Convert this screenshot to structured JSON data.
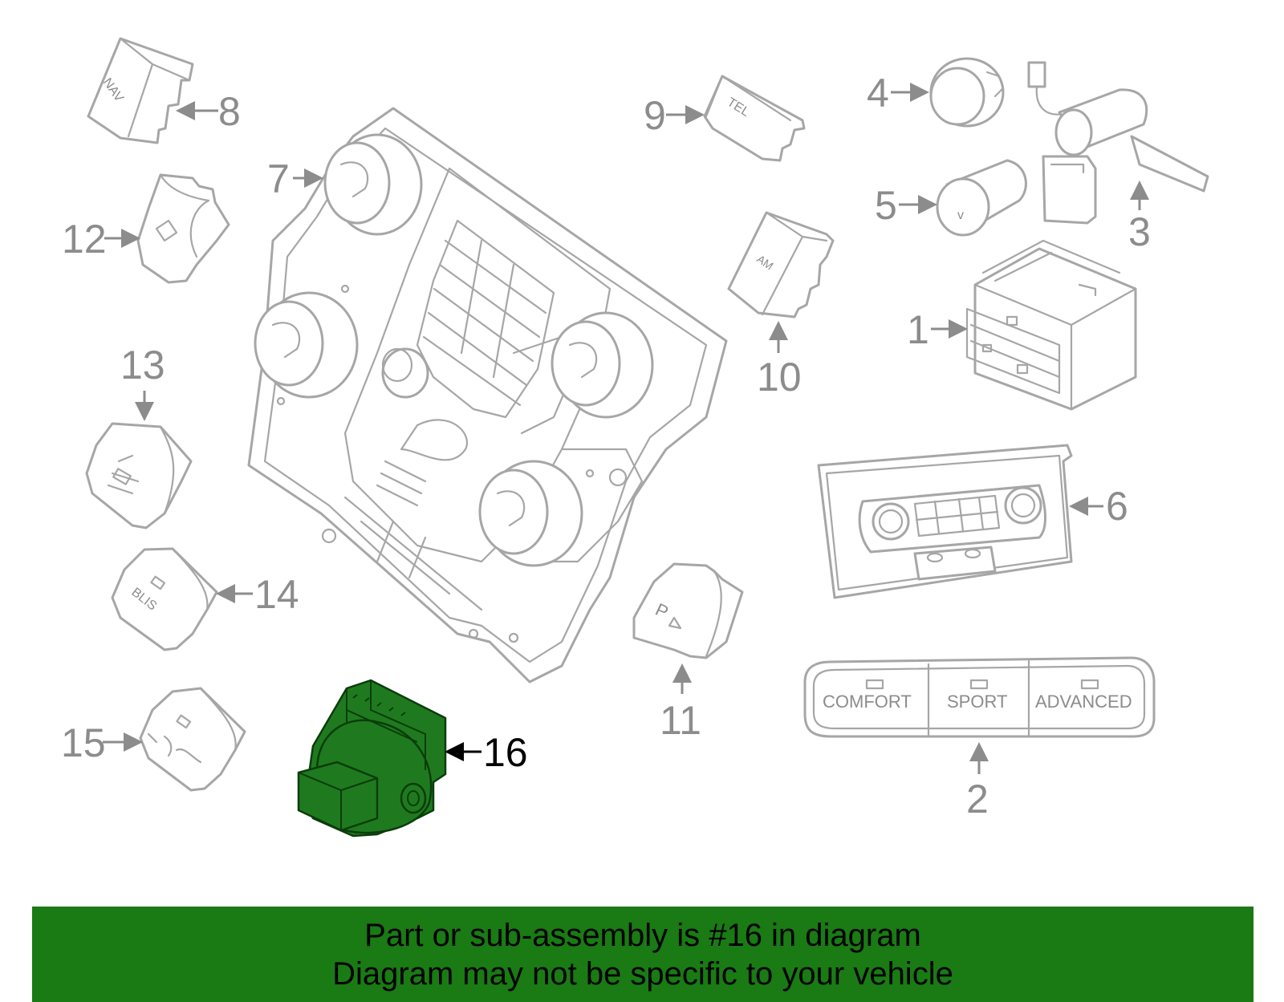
{
  "diagram": {
    "callouts": [
      "1",
      "2",
      "3",
      "4",
      "5",
      "6",
      "7",
      "8",
      "9",
      "10",
      "11",
      "12",
      "13",
      "14",
      "15",
      "16"
    ],
    "highlighted_callout": "16",
    "highlight_color": "#1f7a1f",
    "button_labels": {
      "nav": "NAV",
      "tel": "TEL",
      "am": "AM",
      "blis": "BLIS",
      "park_assist": "P",
      "comfort": "COMFORT",
      "sport": "SPORT",
      "advanced": "ADVANCED"
    }
  },
  "banner": {
    "line1": "Part or sub-assembly is #16 in diagram",
    "line2": "Diagram may not be specific to your vehicle",
    "color": "#1a7a14"
  }
}
